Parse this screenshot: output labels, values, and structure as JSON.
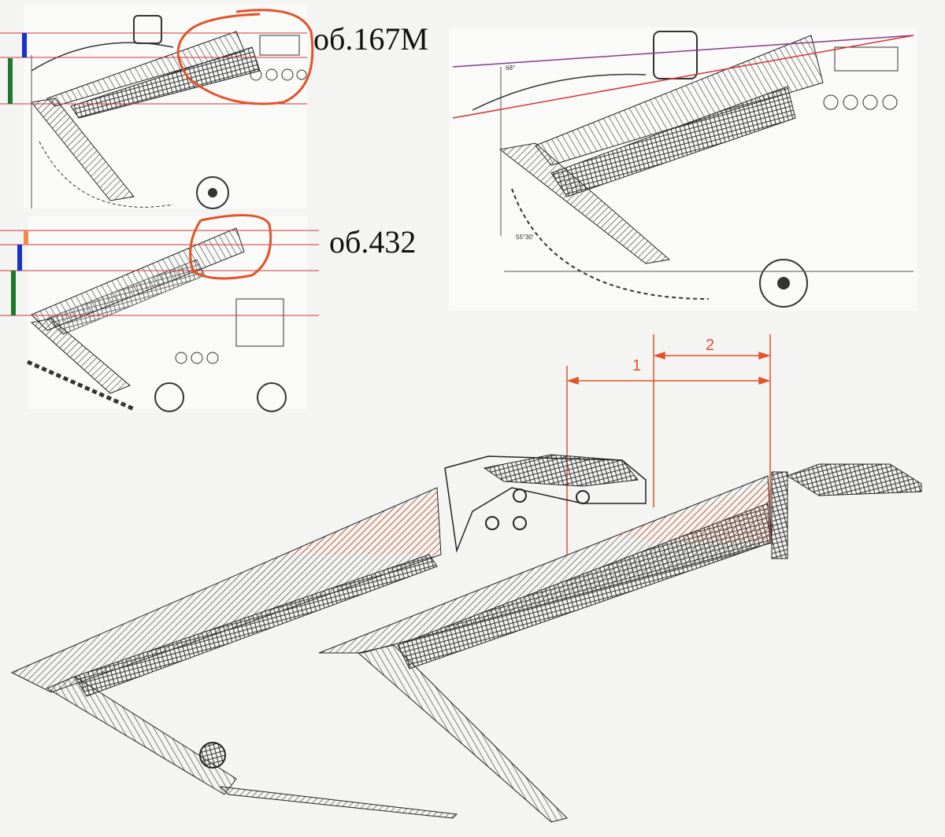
{
  "labels": {
    "object_167m": "об.167М",
    "object_432": "об.432"
  },
  "dimensions": {
    "dim_1": "1",
    "dim_2": "2"
  },
  "drawing_annotations": {
    "angle_top": "68°",
    "angle_bottom": "55°30'"
  },
  "colors": {
    "highlight_red": "#e2532a",
    "guide_red": "#d0363a",
    "guide_purple": "#8a3a8a",
    "marker_blue": "#1a2fd0",
    "marker_green": "#1e7a2a",
    "marker_orange": "#f08a4a",
    "ink": "#222222"
  }
}
